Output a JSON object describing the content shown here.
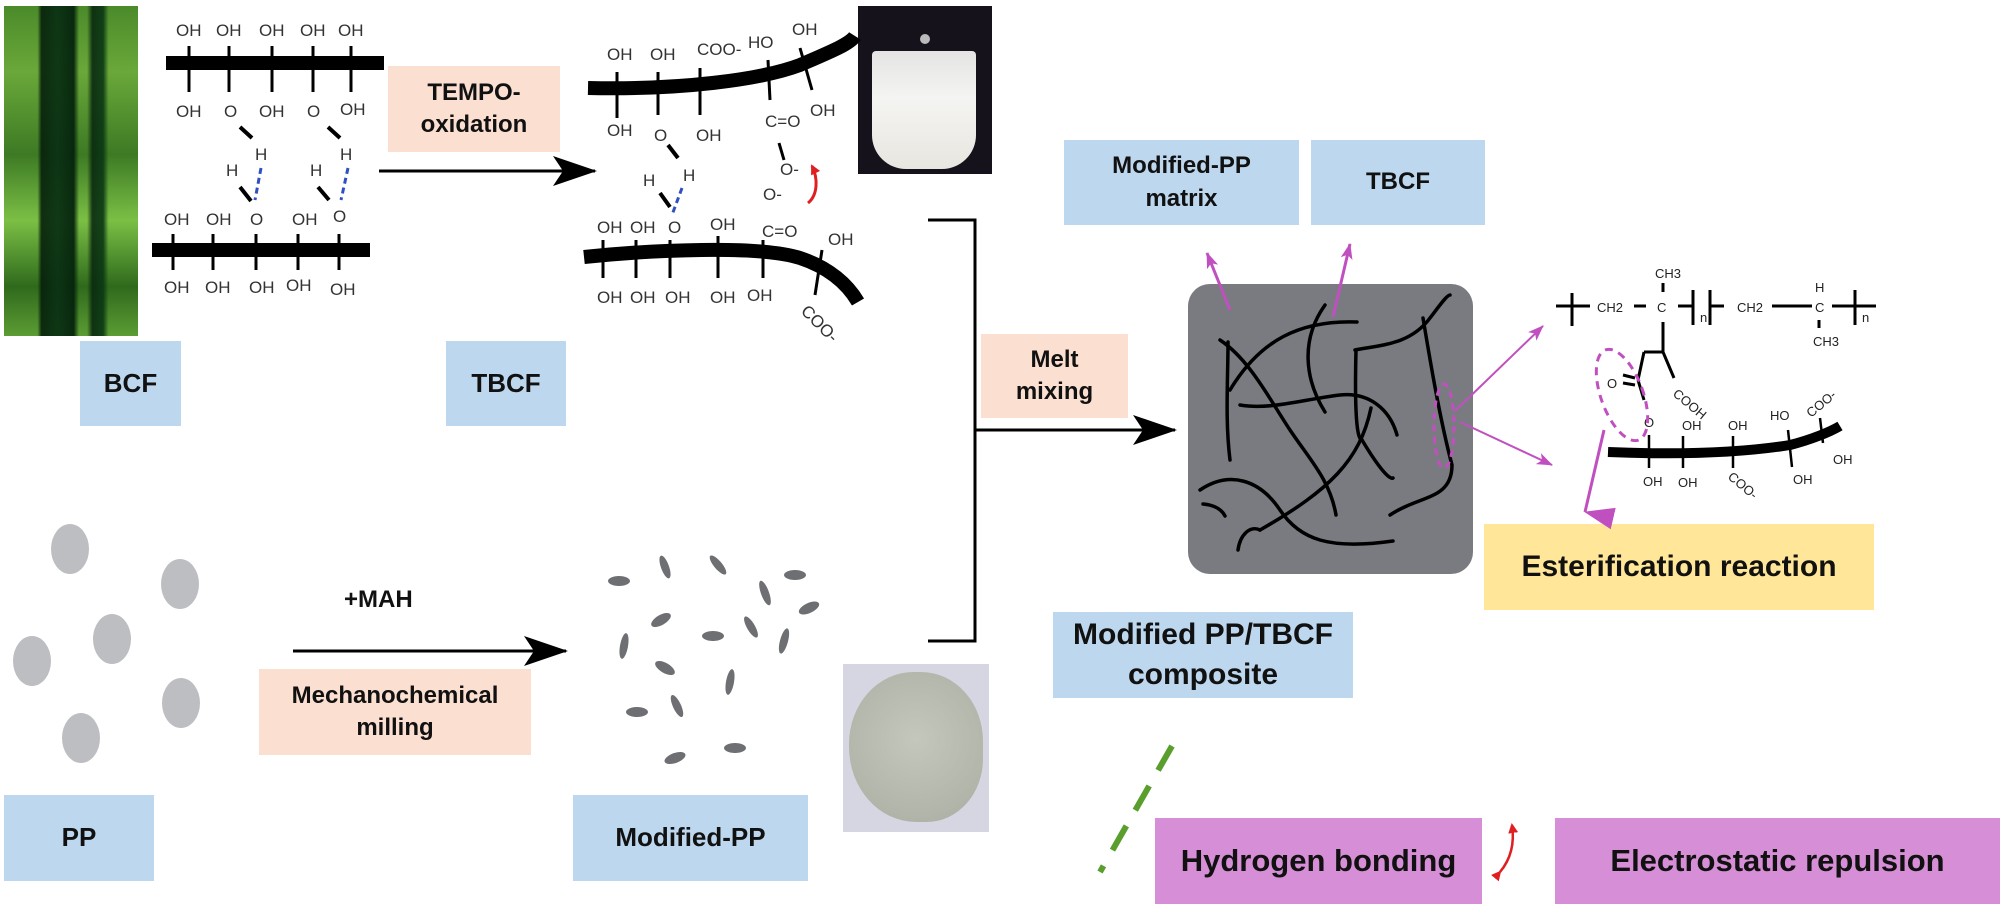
{
  "diagram": {
    "labels": {
      "bcf": "BCF",
      "tbcf": "TBCF",
      "pp": "PP",
      "modified_pp": "Modified-PP",
      "modified_pp_matrix_line1": "Modified-PP",
      "modified_pp_matrix_line2": "matrix",
      "tbcf_component": "TBCF",
      "composite": "Modified PP/TBCF composite",
      "esterification": "Esterification reaction"
    },
    "steps": {
      "tempo_line1": "TEMPO-",
      "tempo_line2": "oxidation",
      "mah": "+MAH",
      "milling_line1": "Mechanochemical",
      "milling_line2": "milling",
      "melt_line1": "Melt",
      "melt_line2": "mixing"
    },
    "legend": {
      "hydrogen_bonding": "Hydrogen bonding",
      "electrostatic_repulsion": "Electrostatic repulsion"
    },
    "chem": {
      "oh": "OH",
      "o": "O",
      "h": "H",
      "ho": "HO",
      "coo_minus": "COO-",
      "c_double_o": "C=O",
      "o_minus": "O-",
      "cooh": "COOH",
      "ch2": "CH2",
      "ch3": "CH3",
      "c": "C",
      "n": "n"
    },
    "images": {
      "bamboo": "bamboo-photo",
      "suspension": "tbcf-suspension-photo",
      "powder": "modified-pp-powder-photo"
    },
    "colors": {
      "blue_box": "#bdd7ee",
      "peach_box": "#fbe0d2",
      "yellow_box": "#ffe699",
      "violet_box": "#d68fd6",
      "magenta_arrow": "#c050c0",
      "hbond_blue": "#3050c0",
      "repulsion_red": "#e02020",
      "legend_green": "#5a9e2e",
      "composite_gray": "#7a7b80"
    }
  }
}
